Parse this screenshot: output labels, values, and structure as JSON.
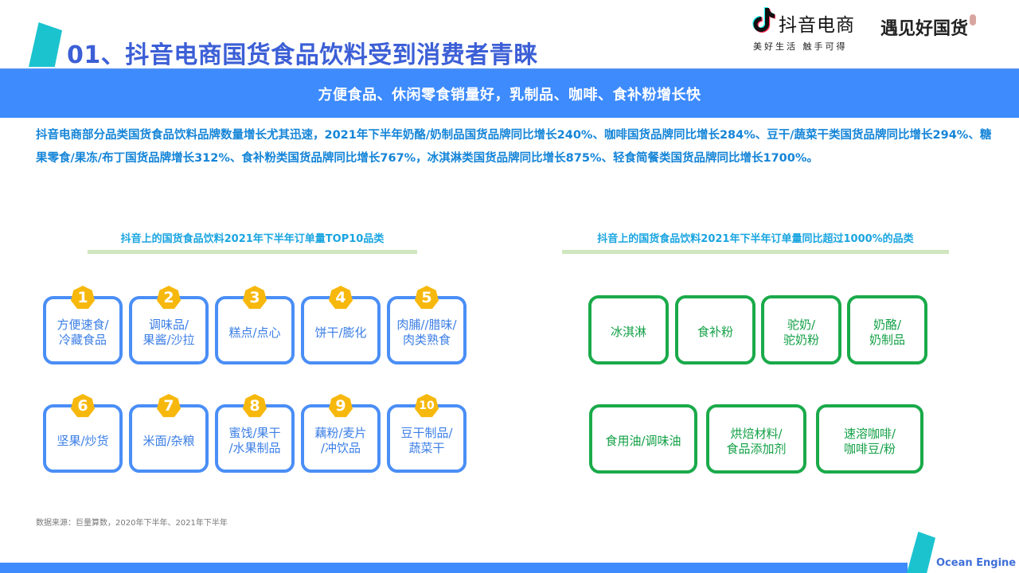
{
  "header": {
    "title": "01、抖音电商国货食品饮料受到消费者青睐",
    "logos": {
      "douyin": {
        "name": "抖音电商",
        "slogan": "美好生活  触手可得",
        "icon": "tiktok-note-icon"
      },
      "guohuo": {
        "name": "遇见好国货"
      }
    }
  },
  "banner": {
    "text": "方便食品、休闲零食销量好，乳制品、咖啡、食补粉增长快"
  },
  "summary": {
    "text": "抖音电商部分品类国货食品饮料品牌数量增长尤其迅速，2021年下半年奶酪/奶制品国货品牌同比增长240%、咖啡国货品牌同比增长284%、豆干/蔬菜干类国货品牌同比增长294%、糖果零食/果冻/布丁国货品牌增长312%、食补粉类国货品牌同比增长767%，冰淇淋类国货品牌同比增长875%、轻食简餐类国货品牌同比增长1700%。"
  },
  "left_section": {
    "title": "抖音上的国货食品饮料2021年下半年订单量TOP10品类",
    "items": [
      {
        "rank": "1",
        "label": "方便速食/\n冷藏食品"
      },
      {
        "rank": "2",
        "label": "调味品/\n果酱/沙拉"
      },
      {
        "rank": "3",
        "label": "糕点/点心"
      },
      {
        "rank": "4",
        "label": "饼干/膨化"
      },
      {
        "rank": "5",
        "label": "肉脯//腊味/\n肉类熟食"
      },
      {
        "rank": "6",
        "label": "坚果/炒货"
      },
      {
        "rank": "7",
        "label": "米面/杂粮"
      },
      {
        "rank": "8",
        "label": "蜜饯/果干\n/水果制品"
      },
      {
        "rank": "9",
        "label": "藕粉/麦片\n/冲饮品"
      },
      {
        "rank": "10",
        "label": "豆干制品/\n蔬菜干"
      }
    ]
  },
  "right_section": {
    "title": "抖音上的国货食品饮料2021年下半年订单量同比超过1000%的品类",
    "items": [
      {
        "label": "冰淇淋"
      },
      {
        "label": "食补粉"
      },
      {
        "label": "驼奶/\n驼奶粉"
      },
      {
        "label": "奶酪/\n奶制品"
      },
      {
        "label": "食用油/调味油"
      },
      {
        "label": "烘焙材料/\n食品添加剂"
      },
      {
        "label": "速溶咖啡/\n咖啡豆/粉"
      }
    ]
  },
  "source_note": "数据来源：巨量算数，2020年下半年、2021年下半年",
  "footer": {
    "brand": "Ocean Engine"
  },
  "colors": {
    "title_blue": "#3c5fd6",
    "banner_blue": "#3d8bfd",
    "summary_blue": "#1585d8",
    "accent_teal": "#1bc3cf",
    "card_blue": "#4a8ef6",
    "card_green": "#1aaa4a",
    "badge_yellow": "#f7b80d",
    "section_line_green": "#cfe6bf"
  }
}
